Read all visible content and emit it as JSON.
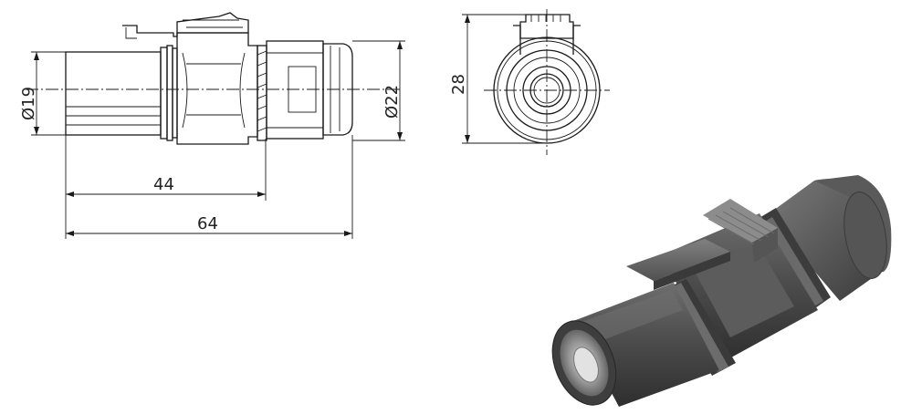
{
  "drawing": {
    "side_view": {
      "left_diameter": "Ø19",
      "right_diameter": "Ø22",
      "length_short": "44",
      "length_total": "64"
    },
    "front_view": {
      "height": "28"
    },
    "render_3d": {
      "icon": "connector-3d-render",
      "body_color": "#4a4a4a",
      "highlight_color": "#8a8a8a"
    }
  }
}
